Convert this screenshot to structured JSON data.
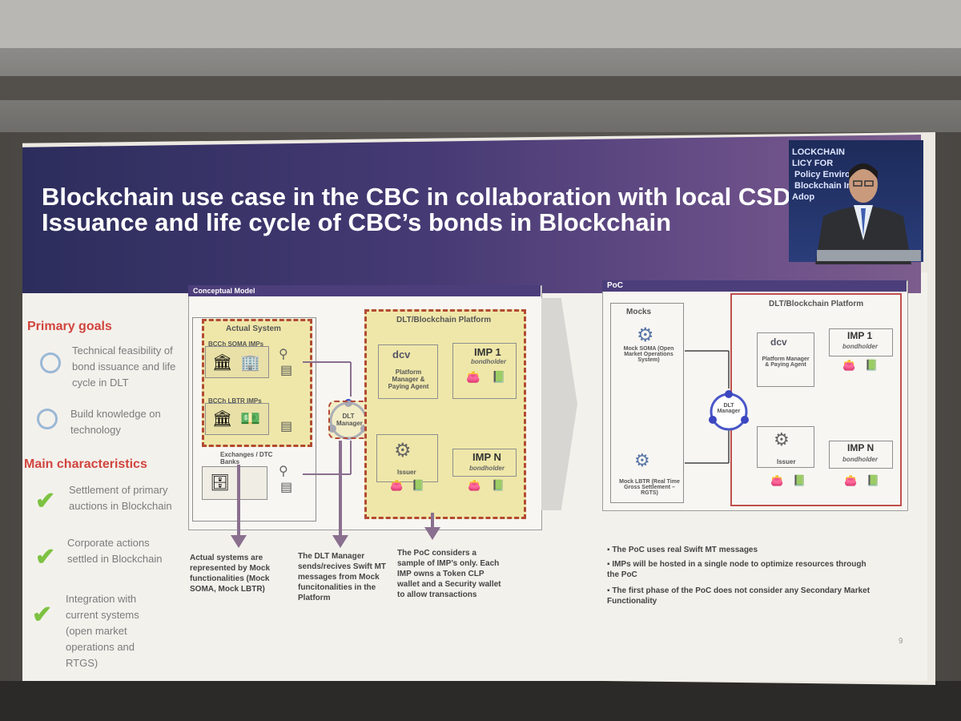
{
  "slide": {
    "title_line1": "Blockchain use case in the CBC in collaboration with local CSD:",
    "title_line2": "Issuance and life cycle of CBC’s bonds in Blockchain",
    "page_number": "9"
  },
  "video_inset": {
    "banner": "LOCKCHAIN\nLICY FOR\n Policy Environ\n Blockchain In\nAdop"
  },
  "left": {
    "primary_goals_title": "Primary goals",
    "goals": [
      "Technical feasibility of bond issuance and life cycle in DLT",
      "Build knowledge on technology"
    ],
    "main_char_title": "Main characteristics",
    "characteristics": [
      "Settlement of primary auctions in Blockchain",
      "Corporate actions settled in Blockchain",
      "Integration with current systems (open market operations and RTGS)"
    ]
  },
  "conceptual": {
    "header": "Conceptual Model",
    "actual_system": "Actual System",
    "soma_label": "BCCh SOMA IMPs",
    "lbtr_label": "BCCh LBTR IMPs",
    "exchanges": "Exchanges / DTC Banks",
    "dlt_manager": "DLT Manager",
    "platform_title": "DLT/Blockchain Platform",
    "dcv": "dcv",
    "platform_manager": "Platform Manager & Paying Agent",
    "imp1": "IMP 1",
    "impn": "IMP N",
    "bondholder": "bondholder",
    "issuer": "Issuer",
    "token_wallet": "Token Wallet",
    "security_wallet": "Security Wallet",
    "note1": "Actual systems are represented by Mock functionalities (Mock SOMA, Mock LBTR)",
    "note2": "The DLT Manager sends/recives Swift MT messages from Mock funcitonalities in the Platform",
    "note3": "The PoC considers a sample of IMP’s only. Each IMP owns a Token CLP wallet and a Security wallet to allow transactions"
  },
  "poc": {
    "header": "PoC",
    "mocks": "Mocks",
    "mock_soma": "Mock SOMA (Open Market Operations System)",
    "mock_lbtr": "Mock LBTR (Real Time Gross Settlement – RGTS)",
    "platform_title": "DLT/Blockchain Platform",
    "dlt_manager": "DLT Manager",
    "bullets": [
      "The PoC uses real Swift MT messages",
      "IMPs will be hosted in a single node to optimize resources through the PoC",
      "The first phase of the PoC does not consider any Secondary Market Functionality"
    ]
  },
  "colors": {
    "header_purple": "#463a74",
    "accent_red": "#d1443e",
    "check_green": "#7dc242",
    "diagram_yellow": "#efe7a9"
  }
}
